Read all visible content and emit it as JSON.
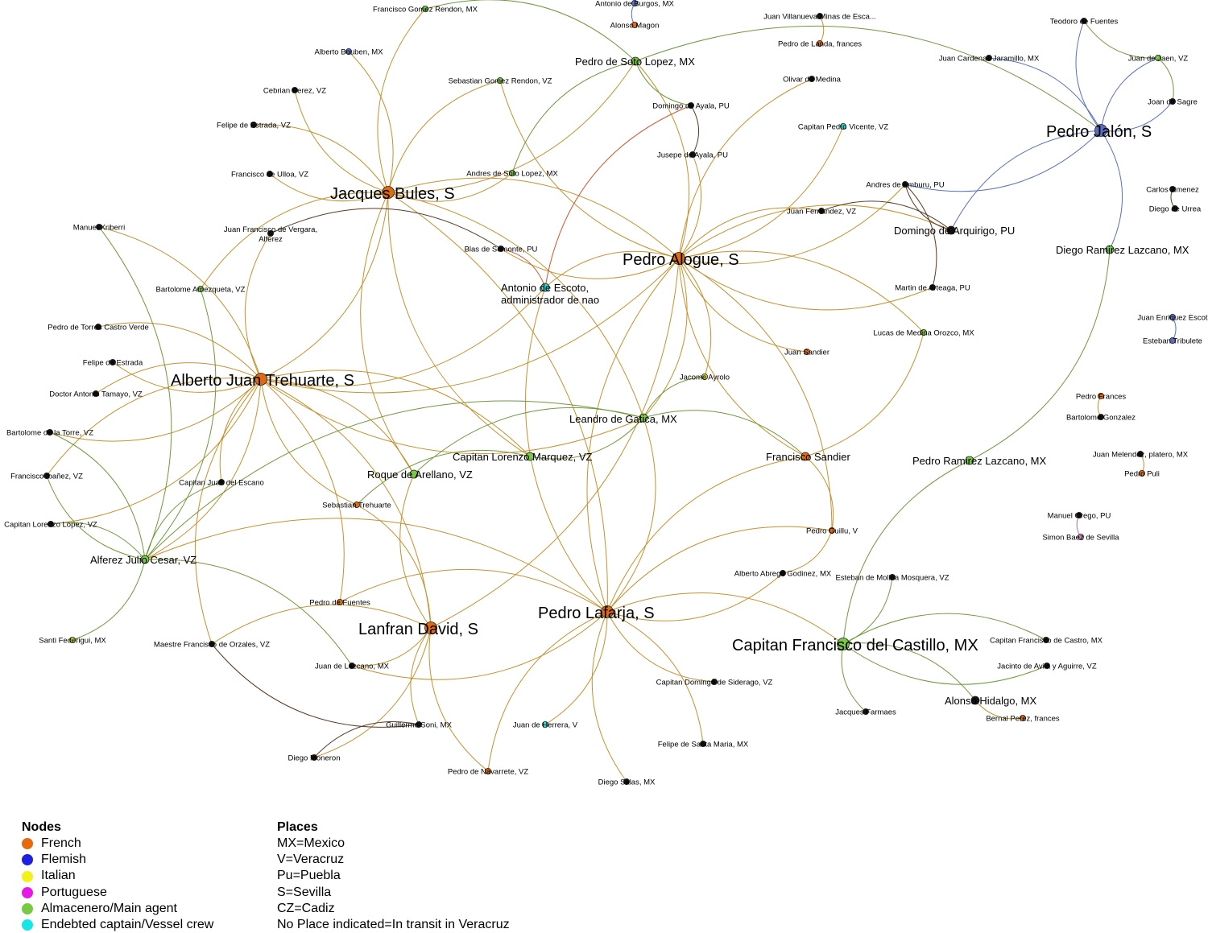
{
  "legend": {
    "nodes_title": "Nodes",
    "nodes": [
      {
        "label": "French",
        "color": "#e8690b"
      },
      {
        "label": "Flemish",
        "color": "#1f1fe0"
      },
      {
        "label": "Italian",
        "color": "#f2f21a"
      },
      {
        "label": "Portuguese",
        "color": "#e61ae6"
      },
      {
        "label": "Almacenero/Main agent",
        "color": "#7ac943"
      },
      {
        "label": "Endebted captain/Vessel crew",
        "color": "#16e6e6"
      }
    ],
    "places_title": "Places",
    "places": [
      "MX=Mexico",
      "V=Veracruz",
      "Pu=Puebla",
      "S=Sevilla",
      "CZ=Cadiz",
      "No Place indicated=In transit in Veracruz"
    ]
  },
  "graph": {
    "colors": {
      "french": "#e8690b",
      "flemish": "#5a6fc4",
      "almacenero": "#7ac943",
      "crew": "#2fd6d6",
      "other": "#111111"
    },
    "nodes": [
      {
        "id": "jacques",
        "label": "Jacques Bules, S",
        "type": "french",
        "size": "l"
      },
      {
        "id": "alberto",
        "label": "Alberto Juan Trehuarte, S",
        "type": "french",
        "size": "l"
      },
      {
        "id": "alogue",
        "label": "Pedro Alogue, S",
        "type": "french",
        "size": "l"
      },
      {
        "id": "lafarja",
        "label": "Pedro Lafarja, S",
        "type": "french",
        "size": "l"
      },
      {
        "id": "lanfran",
        "label": "Lanfran David, S",
        "type": "french",
        "size": "l"
      },
      {
        "id": "jalon",
        "label": "Pedro Jalón, S",
        "type": "flemish",
        "size": "l"
      },
      {
        "id": "castillo",
        "label": "Capitan Francisco del Castillo, MX",
        "type": "almacenero",
        "size": "l"
      },
      {
        "id": "gatica",
        "label": "Leandro de Gatica, MX",
        "type": "almacenero",
        "size": "m"
      },
      {
        "id": "marquez",
        "label": "Capitan Lorenzo Marquez, VZ",
        "type": "almacenero",
        "size": "m"
      },
      {
        "id": "cesar",
        "label": "Alferez Julio Cesar, VZ",
        "type": "almacenero",
        "size": "m"
      },
      {
        "id": "soto",
        "label": "Pedro de Soto Lopez, MX",
        "type": "almacenero",
        "size": "m"
      },
      {
        "id": "escoto",
        "label": "Antonio de Escoto,\nadministrador de nao",
        "type": "crew",
        "size": "m"
      },
      {
        "id": "arquirigo",
        "label": "Domingo de Arquirigo, PU",
        "type": "other",
        "size": "m"
      },
      {
        "id": "fsandier",
        "label": "Francisco Sandier",
        "type": "french",
        "size": "m"
      },
      {
        "id": "roque",
        "label": "Roque de Arellano, VZ",
        "type": "almacenero",
        "size": "m"
      },
      {
        "id": "ramirez2",
        "label": "Pedro Ramirez Lazcano, MX",
        "type": "almacenero",
        "size": "m"
      },
      {
        "id": "ramirez1",
        "label": "Diego Ramirez Lazcano, MX",
        "type": "almacenero",
        "size": "m"
      },
      {
        "id": "hidalgo",
        "label": "Alonso Hidalgo, MX",
        "type": "other",
        "size": "m"
      },
      {
        "id": "rendon1",
        "label": "Francisco Gomez Rendon, MX",
        "type": "almacenero",
        "size": "s"
      },
      {
        "id": "burgos",
        "label": "Antonio de Burgos, MX",
        "type": "flemish",
        "size": "s"
      },
      {
        "id": "magon",
        "label": "Alonso Magon",
        "type": "french",
        "size": "s"
      },
      {
        "id": "villanueva",
        "label": "Juan Villanueva Minas de Esca...",
        "type": "other",
        "size": "s"
      },
      {
        "id": "landa",
        "label": "Pedro de Landa, frances",
        "type": "french",
        "size": "s"
      },
      {
        "id": "bouben",
        "label": "Alberto Bouben, MX",
        "type": "flemish",
        "size": "s"
      },
      {
        "id": "rendon2",
        "label": "Sebastian Gomez Rendon, VZ",
        "type": "almacenero",
        "size": "s"
      },
      {
        "id": "cebrian",
        "label": "Cebrian Perez, VZ",
        "type": "other",
        "size": "s"
      },
      {
        "id": "ayala1",
        "label": "Domingo de Ayala, PU",
        "type": "other",
        "size": "s"
      },
      {
        "id": "olivar",
        "label": "Olivar de Medina",
        "type": "other",
        "size": "s"
      },
      {
        "id": "festrada1",
        "label": "Felipe de Estrada, VZ",
        "type": "other",
        "size": "s"
      },
      {
        "id": "vicente",
        "label": "Capitan Pedro Vicente, VZ",
        "type": "crew",
        "size": "s"
      },
      {
        "id": "ayala2",
        "label": "Jusepe de Ayala, PU",
        "type": "other",
        "size": "s"
      },
      {
        "id": "ulloa",
        "label": "Francisco de Ulloa, VZ",
        "type": "other",
        "size": "s"
      },
      {
        "id": "andres",
        "label": "Andres de Soto Lopez, MX",
        "type": "almacenero",
        "size": "s"
      },
      {
        "id": "amburu",
        "label": "Andres de Amburu, PU",
        "type": "other",
        "size": "s"
      },
      {
        "id": "fernandez",
        "label": "Juan Fernandez, VZ",
        "type": "other",
        "size": "s"
      },
      {
        "id": "xriberri",
        "label": "Manuel Xriberri",
        "type": "other",
        "size": "s"
      },
      {
        "id": "vergara",
        "label": "Juan Francisco de Vergara,\nAlferez",
        "type": "other",
        "size": "s"
      },
      {
        "id": "somonte",
        "label": "Blas de Somonte, PU",
        "type": "other",
        "size": "s"
      },
      {
        "id": "amezqueta",
        "label": "Bartolome Amezqueta, VZ",
        "type": "almacenero",
        "size": "s"
      },
      {
        "id": "arteaga",
        "label": "Martin de Arteaga, PU",
        "type": "other",
        "size": "s"
      },
      {
        "id": "torres",
        "label": "Pedro de Torres Castro Verde",
        "type": "other",
        "size": "s"
      },
      {
        "id": "medina",
        "label": "Lucas de Medina Orozco, MX",
        "type": "almacenero",
        "size": "s"
      },
      {
        "id": "jsandier",
        "label": "Juan Sandier",
        "type": "french",
        "size": "s"
      },
      {
        "id": "festrada2",
        "label": "Felipe de Estrada",
        "type": "other",
        "size": "s"
      },
      {
        "id": "ayrolo",
        "label": "Jacome Ayrolo",
        "type": "italian",
        "size": "s"
      },
      {
        "id": "tamayo",
        "label": "Doctor Antonio Tamayo, VZ",
        "type": "other",
        "size": "s"
      },
      {
        "id": "btorre",
        "label": "Bartolome de la Torre, VZ",
        "type": "other",
        "size": "s"
      },
      {
        "id": "ibanez",
        "label": "Francisco Ibañez, VZ",
        "type": "other",
        "size": "s"
      },
      {
        "id": "escano",
        "label": "Capitan Juan del Escano",
        "type": "other",
        "size": "s"
      },
      {
        "id": "strehuarte",
        "label": "Sebastian Trehuarte",
        "type": "french",
        "size": "s"
      },
      {
        "id": "llopez",
        "label": "Capitan Lorenzo Lopez, VZ",
        "type": "other",
        "size": "s"
      },
      {
        "id": "guillu",
        "label": "Pedro Guillu, V",
        "type": "french",
        "size": "s"
      },
      {
        "id": "abrego",
        "label": "Alberto Abrego Godinez, MX",
        "type": "other",
        "size": "s"
      },
      {
        "id": "fuentes1",
        "label": "Pedro de Fuentes",
        "type": "french",
        "size": "s"
      },
      {
        "id": "federigui",
        "label": "Santi Federigui, MX",
        "type": "italian",
        "size": "s"
      },
      {
        "id": "orzales",
        "label": "Maestre Francisco de Orzales, VZ",
        "type": "other",
        "size": "s"
      },
      {
        "id": "lezcano",
        "label": "Juan de Lezcano, MX",
        "type": "other",
        "size": "s"
      },
      {
        "id": "siderago",
        "label": "Capitan Domingo de Siderago, VZ",
        "type": "other",
        "size": "s"
      },
      {
        "id": "soni",
        "label": "Guillermo Soni, MX",
        "type": "other",
        "size": "s"
      },
      {
        "id": "herrera",
        "label": "Juan de Herrera, V",
        "type": "crew",
        "size": "s"
      },
      {
        "id": "moneron",
        "label": "Diego Moneron",
        "type": "other",
        "size": "s"
      },
      {
        "id": "santamaria",
        "label": "Felipe de Santa Maria, MX",
        "type": "other",
        "size": "s"
      },
      {
        "id": "navarrete",
        "label": "Pedro de Navarrete, VZ",
        "type": "french",
        "size": "s"
      },
      {
        "id": "salas",
        "label": "Diego Salas, MX",
        "type": "other",
        "size": "s"
      },
      {
        "id": "fuentes2",
        "label": "Teodoro de Fuentes",
        "type": "other",
        "size": "s"
      },
      {
        "id": "cardenas",
        "label": "Juan Cardenas Jaramillo, MX",
        "type": "other",
        "size": "s"
      },
      {
        "id": "jaen",
        "label": "Juan de Jaen, VZ",
        "type": "almacenero",
        "size": "s"
      },
      {
        "id": "sagre",
        "label": "Joan de Sagre",
        "type": "other",
        "size": "s"
      },
      {
        "id": "jimenez",
        "label": "Carlos Jimenez",
        "type": "other",
        "size": "s"
      },
      {
        "id": "urrea",
        "label": "Diego de Urrea",
        "type": "other",
        "size": "s"
      },
      {
        "id": "enriquez",
        "label": "Juan Enriquez Escot",
        "type": "flemish",
        "size": "s"
      },
      {
        "id": "tribulete",
        "label": "Esteban Tribulete",
        "type": "flemish",
        "size": "s"
      },
      {
        "id": "pfrances",
        "label": "Pedro Frances",
        "type": "french",
        "size": "s"
      },
      {
        "id": "gonzalez",
        "label": "Bartolome Gonzalez",
        "type": "other",
        "size": "s"
      },
      {
        "id": "melendez",
        "label": "Juan Melendez, platero, MX",
        "type": "other",
        "size": "s"
      },
      {
        "id": "puli",
        "label": "Pedro Puli",
        "type": "french",
        "size": "s"
      },
      {
        "id": "orego",
        "label": "Manuel Orego, PU",
        "type": "other",
        "size": "s"
      },
      {
        "id": "baez",
        "label": "Simon Baez de Sevilla",
        "type": "portuguese",
        "size": "s"
      },
      {
        "id": "mosquera",
        "label": "Esteban de Molina Mosquera, VZ",
        "type": "other",
        "size": "s"
      },
      {
        "id": "castro",
        "label": "Capitan Francisco de Castro, MX",
        "type": "other",
        "size": "s"
      },
      {
        "id": "avila",
        "label": "Jacinto de Avila y Aguirre, VZ",
        "type": "other",
        "size": "s"
      },
      {
        "id": "farmaes",
        "label": "Jacques Farmaes",
        "type": "other",
        "size": "s"
      },
      {
        "id": "bernal",
        "label": "Bernal Perez, frances",
        "type": "french",
        "size": "s"
      }
    ],
    "edges": [
      [
        "jacques",
        "rendon1"
      ],
      [
        "jacques",
        "bouben"
      ],
      [
        "jacques",
        "cebrian"
      ],
      [
        "jacques",
        "festrada1"
      ],
      [
        "jacques",
        "ulloa"
      ],
      [
        "jacques",
        "soto"
      ],
      [
        "jacques",
        "rendon2"
      ],
      [
        "jacques",
        "andres"
      ],
      [
        "jacques",
        "alberto"
      ],
      [
        "jacques",
        "amezqueta"
      ],
      [
        "jacques",
        "gatica"
      ],
      [
        "jacques",
        "marquez"
      ],
      [
        "jacques",
        "lafarja"
      ],
      [
        "jacques",
        "roque"
      ],
      [
        "jacques",
        "alogue"
      ],
      [
        "alberto",
        "xriberri"
      ],
      [
        "alberto",
        "vergara"
      ],
      [
        "alberto",
        "torres"
      ],
      [
        "alberto",
        "festrada2"
      ],
      [
        "alberto",
        "tamayo"
      ],
      [
        "alberto",
        "btorre"
      ],
      [
        "alberto",
        "ibanez"
      ],
      [
        "alberto",
        "llopez"
      ],
      [
        "alberto",
        "escano"
      ],
      [
        "alberto",
        "cesar"
      ],
      [
        "alberto",
        "strehuarte"
      ],
      [
        "alberto",
        "fuentes1"
      ],
      [
        "alberto",
        "orzales"
      ],
      [
        "alberto",
        "lanfran"
      ],
      [
        "alberto",
        "escoto"
      ],
      [
        "alberto",
        "marquez"
      ],
      [
        "alberto",
        "gatica"
      ],
      [
        "alberto",
        "roque"
      ],
      [
        "alberto",
        "alogue"
      ],
      [
        "alogue",
        "olivar"
      ],
      [
        "alogue",
        "vicente"
      ],
      [
        "alogue",
        "fernandez"
      ],
      [
        "alogue",
        "amburu"
      ],
      [
        "alogue",
        "arquirigo"
      ],
      [
        "alogue",
        "arteaga"
      ],
      [
        "alogue",
        "medina"
      ],
      [
        "alogue",
        "jsandier"
      ],
      [
        "alogue",
        "ayrolo"
      ],
      [
        "alogue",
        "fsandier"
      ],
      [
        "alogue",
        "gatica"
      ],
      [
        "alogue",
        "escoto"
      ],
      [
        "alogue",
        "somonte"
      ],
      [
        "alogue",
        "soto"
      ],
      [
        "alogue",
        "rendon2"
      ],
      [
        "alogue",
        "ayala2"
      ],
      [
        "alogue",
        "lanfran"
      ],
      [
        "alogue",
        "lafarja"
      ],
      [
        "alogue",
        "guillu"
      ],
      [
        "lafarja",
        "abrego"
      ],
      [
        "lafarja",
        "guillu"
      ],
      [
        "lafarja",
        "siderago"
      ],
      [
        "lafarja",
        "santamaria"
      ],
      [
        "lafarja",
        "salas"
      ],
      [
        "lafarja",
        "herrera"
      ],
      [
        "lafarja",
        "navarrete"
      ],
      [
        "lafarja",
        "lezcano"
      ],
      [
        "lafarja",
        "cesar"
      ],
      [
        "lafarja",
        "castillo"
      ],
      [
        "lafarja",
        "fuentes1"
      ],
      [
        "lafarja",
        "fsandier"
      ],
      [
        "lafarja",
        "gatica"
      ],
      [
        "lafarja",
        "escoto"
      ],
      [
        "lanfran",
        "soni"
      ],
      [
        "lanfran",
        "moneron"
      ],
      [
        "lanfran",
        "navarrete"
      ],
      [
        "lanfran",
        "lezcano"
      ],
      [
        "lanfran",
        "strehuarte"
      ],
      [
        "lanfran",
        "roque"
      ],
      [
        "lanfran",
        "orzales"
      ],
      [
        "gatica",
        "marquez"
      ],
      [
        "gatica",
        "roque"
      ],
      [
        "gatica",
        "fsandier"
      ],
      [
        "gatica",
        "cesar"
      ],
      [
        "gatica",
        "ayrolo"
      ],
      [
        "cesar",
        "amezqueta"
      ],
      [
        "cesar",
        "federigui"
      ],
      [
        "cesar",
        "btorre"
      ],
      [
        "cesar",
        "ibanez"
      ],
      [
        "cesar",
        "llopez"
      ],
      [
        "cesar",
        "escano"
      ],
      [
        "cesar",
        "xriberri"
      ],
      [
        "cesar",
        "lezcano"
      ],
      [
        "soto",
        "ayala1"
      ],
      [
        "soto",
        "jalon"
      ],
      [
        "soto",
        "andres"
      ],
      [
        "ayala1",
        "ayala2"
      ],
      [
        "ayala1",
        "escoto"
      ],
      [
        "somonte",
        "escoto"
      ],
      [
        "somonte",
        "vergara"
      ],
      [
        "jalon",
        "fuentes2"
      ],
      [
        "jalon",
        "cardenas"
      ],
      [
        "jalon",
        "jaen"
      ],
      [
        "jalon",
        "sagre"
      ],
      [
        "jalon",
        "amburu"
      ],
      [
        "jalon",
        "arquirigo"
      ],
      [
        "jalon",
        "ramirez1"
      ],
      [
        "fuentes2",
        "jaen"
      ],
      [
        "jaen",
        "sagre"
      ],
      [
        "amburu",
        "arquirigo"
      ],
      [
        "amburu",
        "arteaga"
      ],
      [
        "arquirigo",
        "fernandez"
      ],
      [
        "fsandier",
        "guillu"
      ],
      [
        "fsandier",
        "medina"
      ],
      [
        "guillu",
        "abrego"
      ],
      [
        "castillo",
        "mosquera"
      ],
      [
        "castillo",
        "castro"
      ],
      [
        "castillo",
        "avila"
      ],
      [
        "castillo",
        "hidalgo"
      ],
      [
        "castillo",
        "farmaes"
      ],
      [
        "castillo",
        "ramirez2"
      ],
      [
        "hidalgo",
        "bernal"
      ],
      [
        "ramirez1",
        "ramirez2"
      ],
      [
        "soni",
        "moneron"
      ],
      [
        "soni",
        "orzales"
      ],
      [
        "burgos",
        "magon"
      ],
      [
        "villanueva",
        "landa"
      ],
      [
        "jimenez",
        "urrea"
      ],
      [
        "enriquez",
        "tribulete"
      ],
      [
        "pfrances",
        "gonzalez"
      ],
      [
        "melendez",
        "puli"
      ],
      [
        "orego",
        "baez"
      ],
      [
        "rendon1",
        "soto"
      ],
      [
        "marquez",
        "strehuarte"
      ]
    ]
  }
}
